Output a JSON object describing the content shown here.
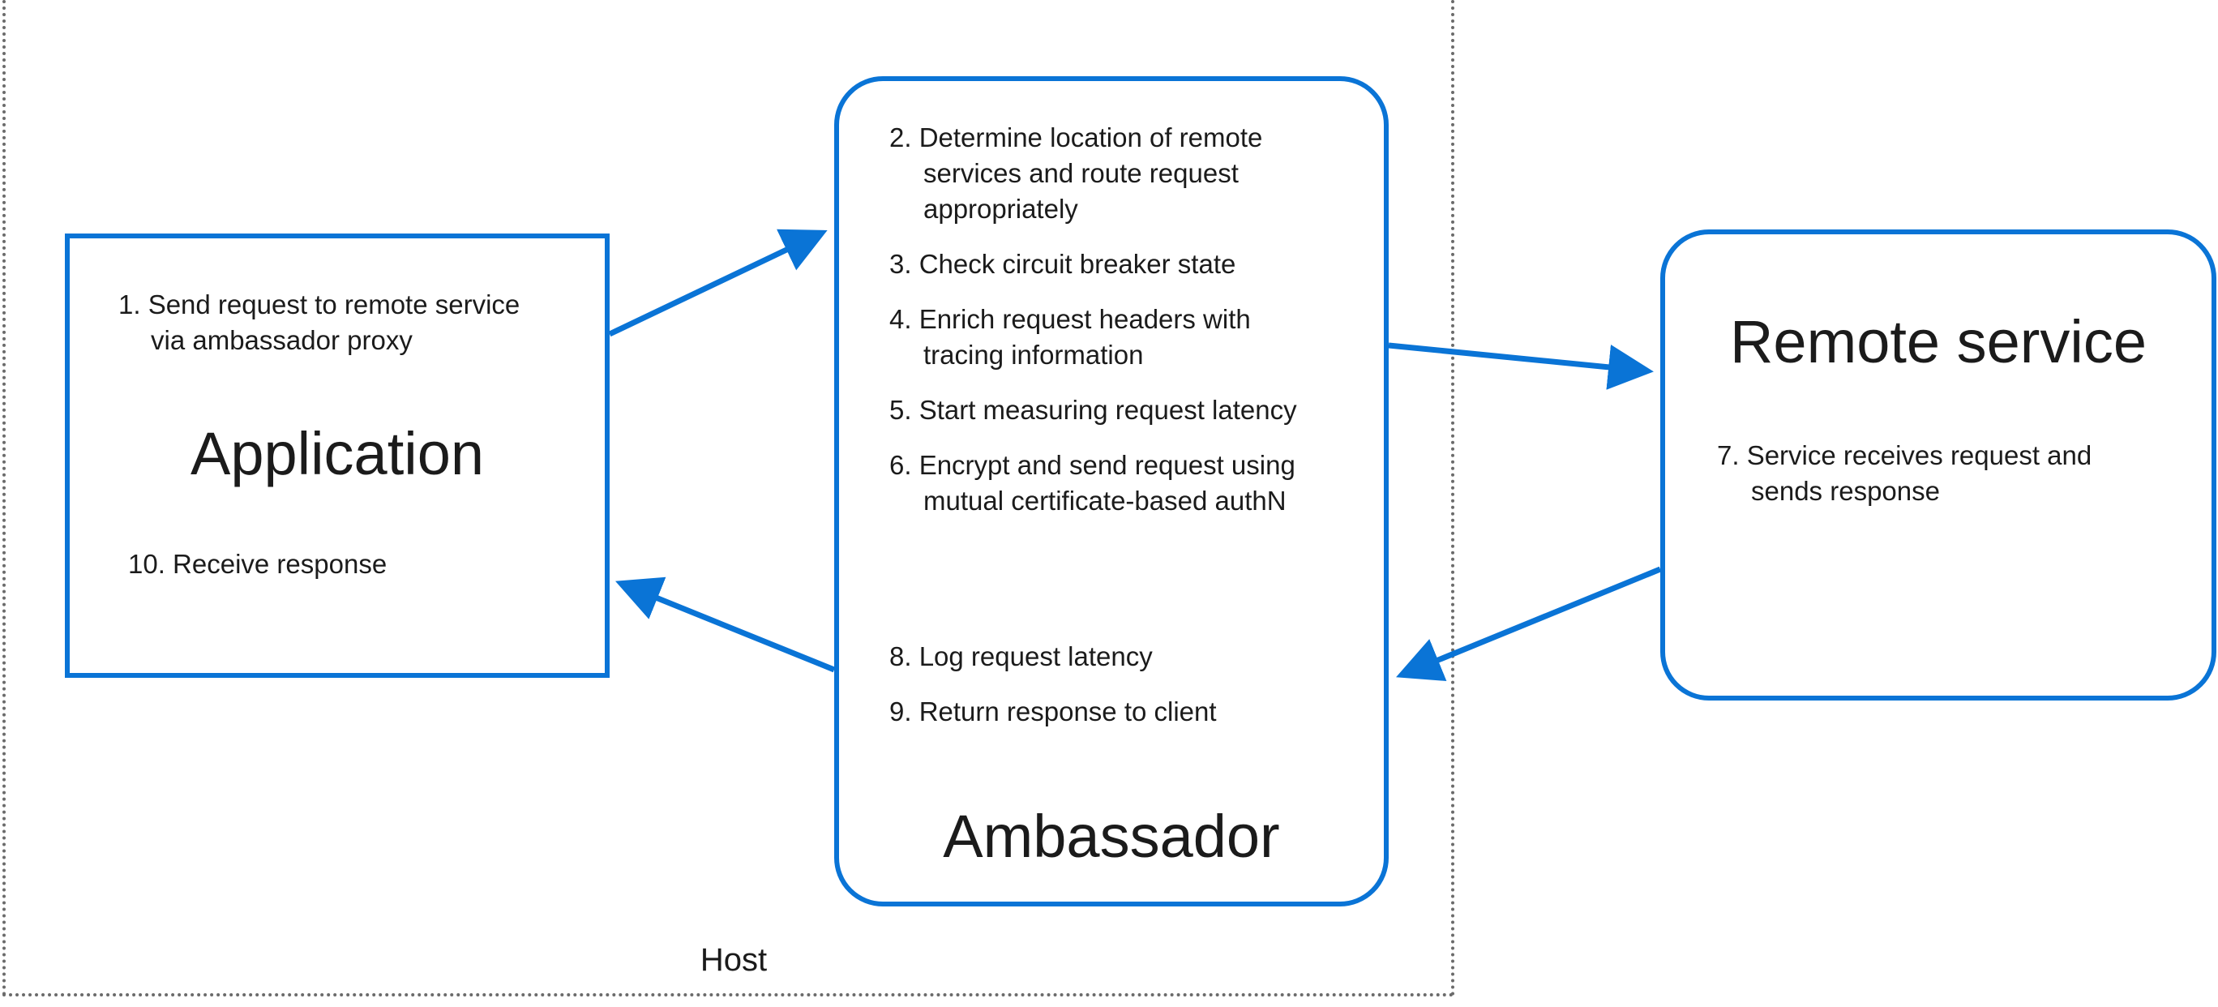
{
  "host": {
    "label": "Host"
  },
  "application": {
    "title": "Application",
    "step1_line1": "1. Send request to remote service",
    "step1_line2": "via ambassador proxy",
    "step10": "10. Receive response"
  },
  "ambassador": {
    "title": "Ambassador",
    "step2_line1": "2. Determine location of remote",
    "step2_line2": "services and route request",
    "step2_line3": "appropriately",
    "step3": "3. Check circuit breaker state",
    "step4_line1": "4. Enrich request headers with",
    "step4_line2": "tracing information",
    "step5": "5. Start measuring request latency",
    "step6_line1": "6. Encrypt and send request using",
    "step6_line2": "mutual certificate-based authN",
    "step8": "8. Log request latency",
    "step9": "9. Return response to client"
  },
  "remote": {
    "title": "Remote service",
    "step7_line1": "7. Service receives request and",
    "step7_line2": "sends response"
  },
  "colors": {
    "accent": "#0a74d6",
    "host_border": "#6b6b6b",
    "text": "#1b1b1b"
  }
}
